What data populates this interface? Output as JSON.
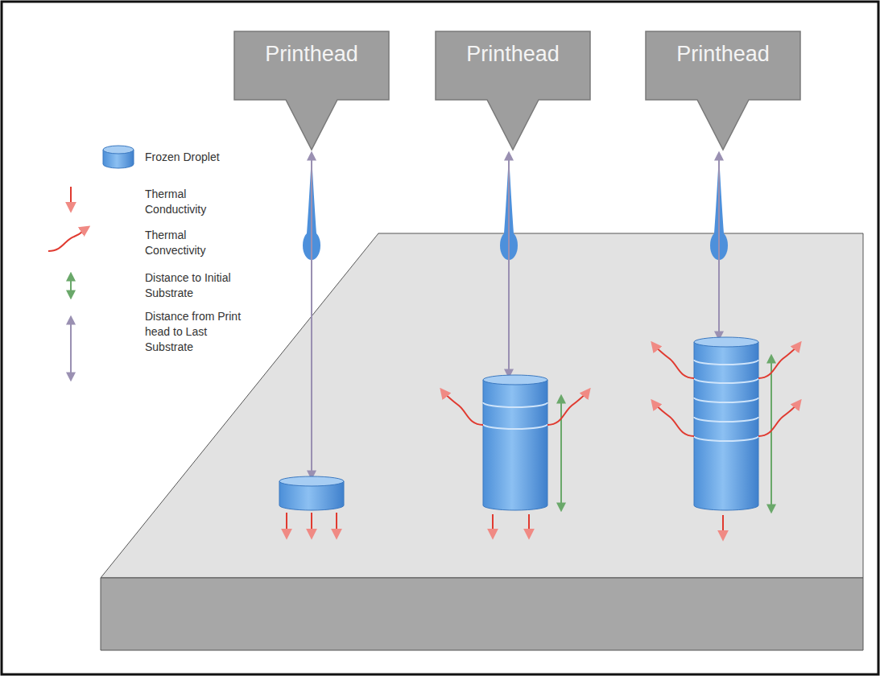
{
  "diagram": {
    "nodes": [
      {
        "text": [
          "Printhead"
        ]
      },
      {
        "text": [
          "Printhead"
        ]
      },
      {
        "text": [
          "Printhead"
        ]
      }
    ],
    "legend": [
      {
        "text": "Frozen Droplet"
      },
      {
        "text": "Thermal Conductivity"
      },
      {
        "text": "Thermal Convectivity"
      },
      {
        "text": "Distance to Initial Substrate"
      },
      {
        "text": "Distance from Print head to Last Substrate"
      }
    ]
  }
}
